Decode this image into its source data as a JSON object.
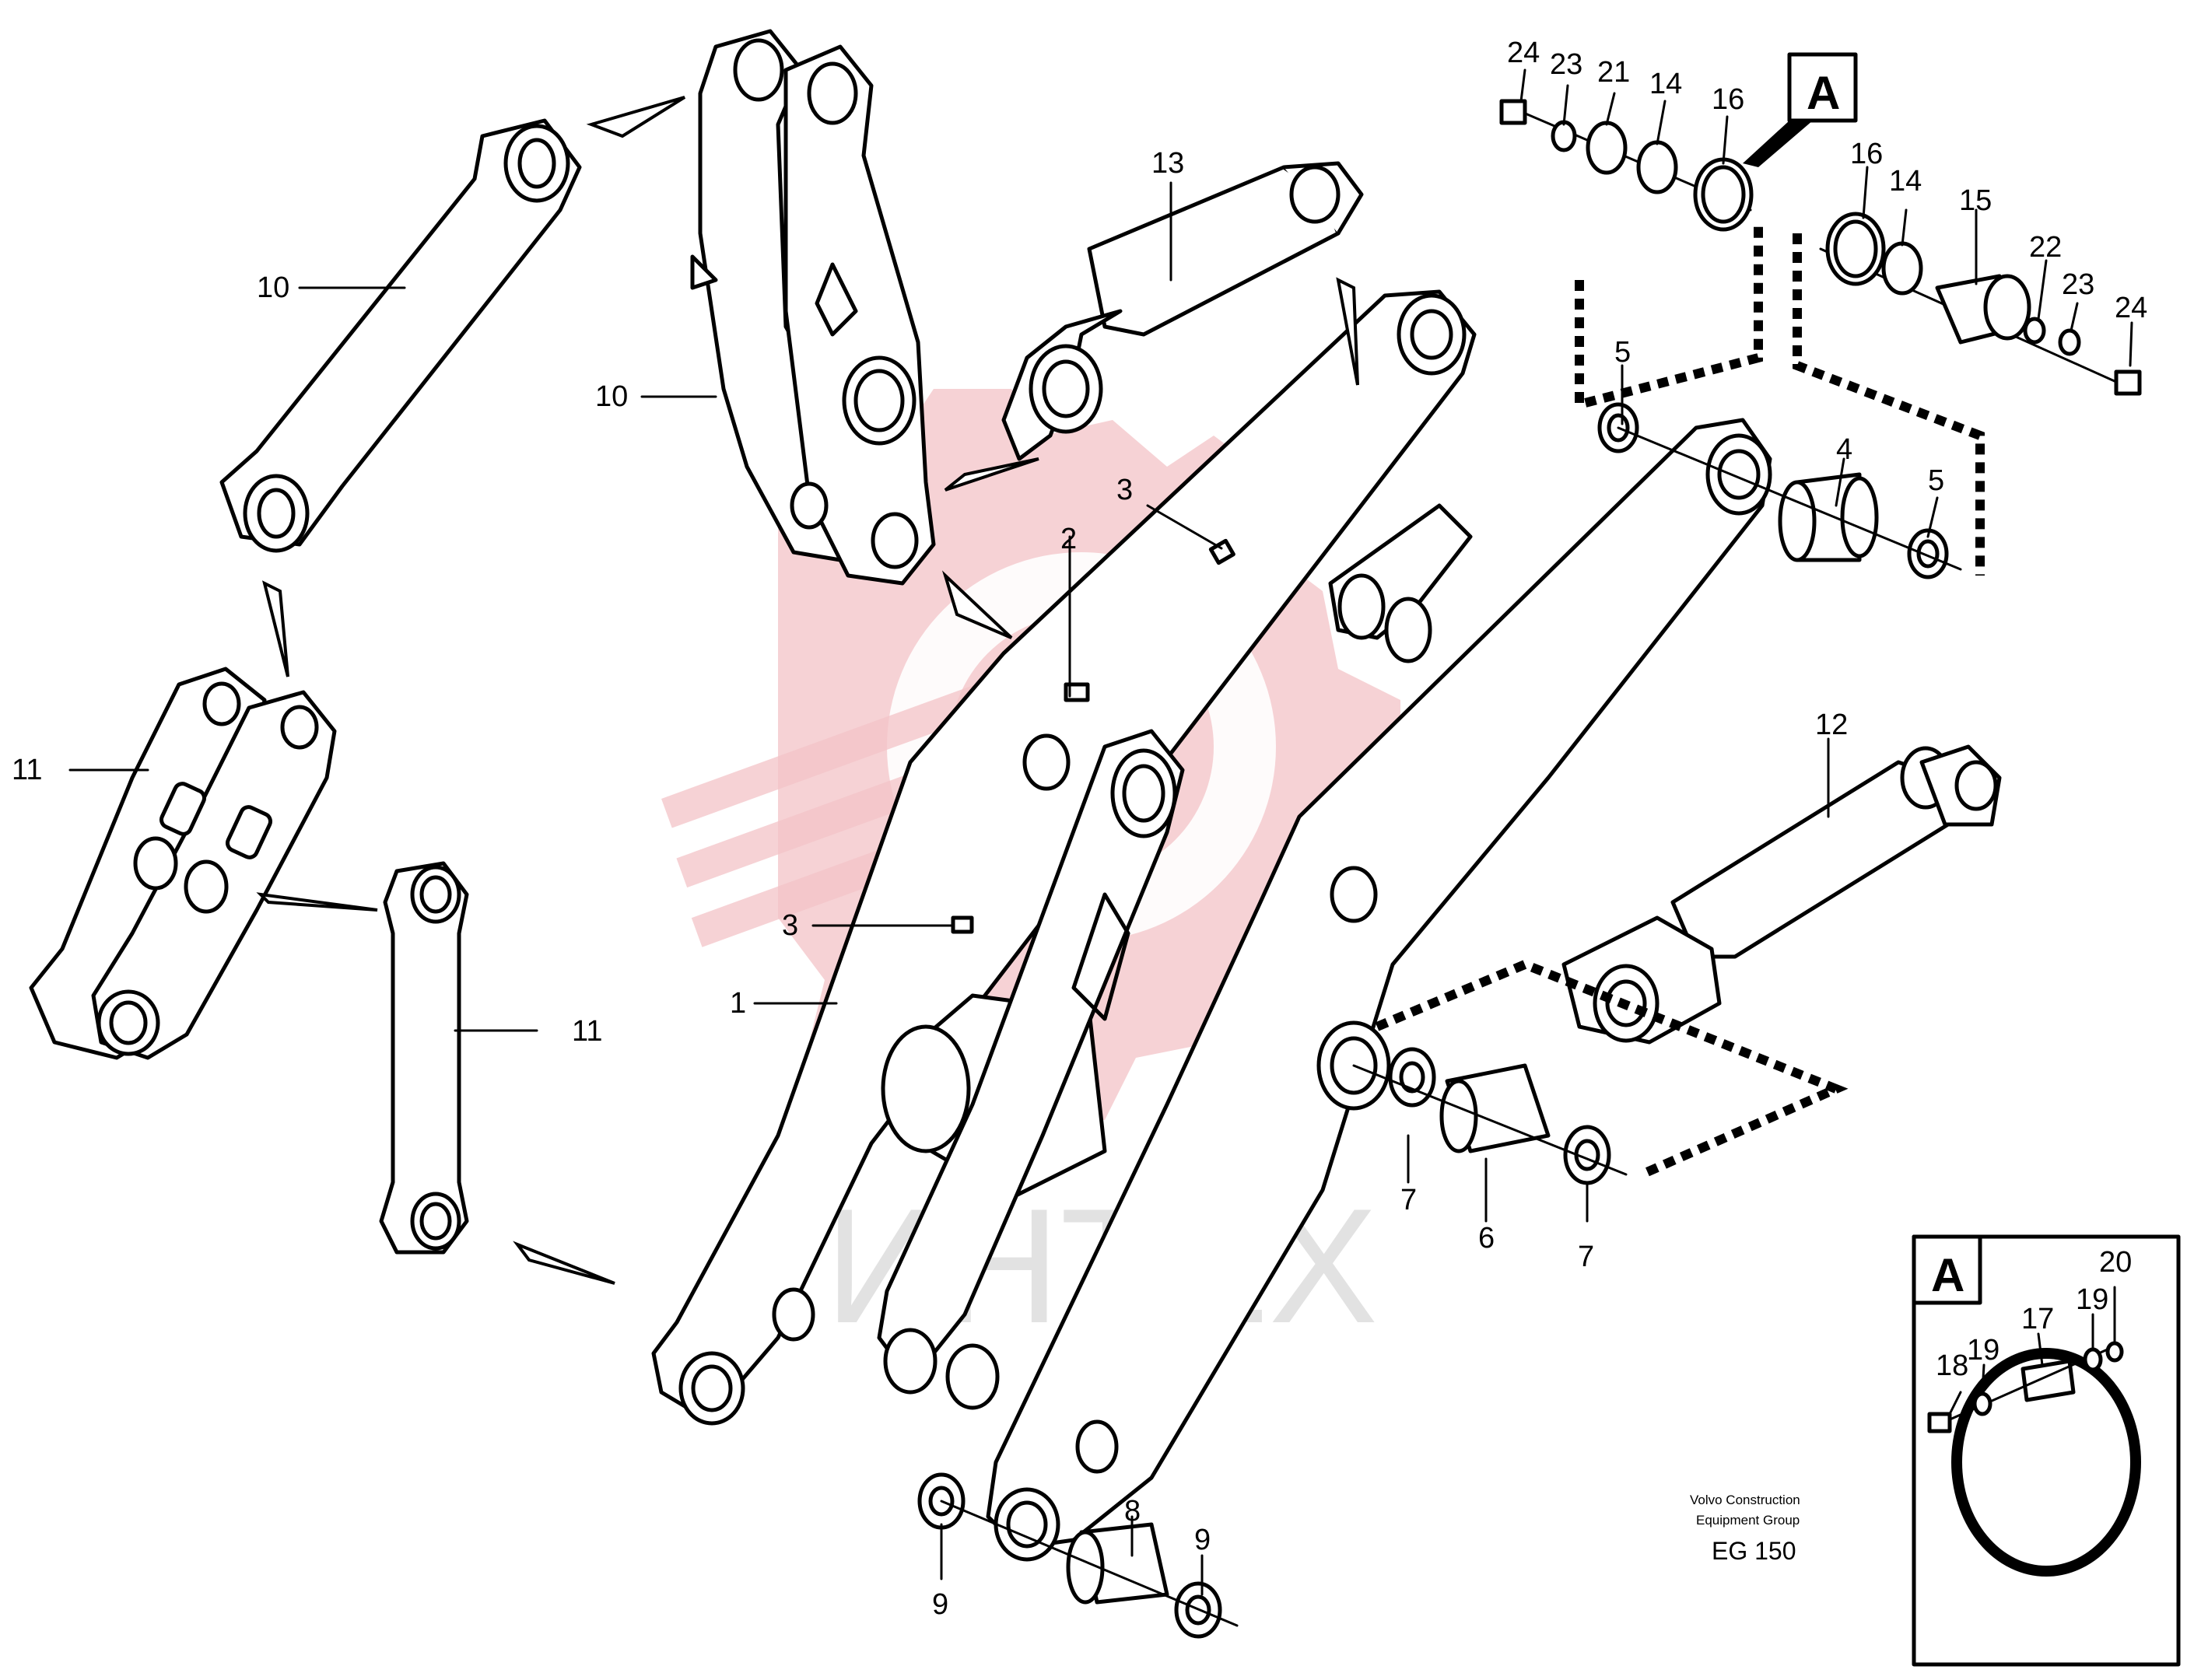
{
  "diagram": {
    "detail_tag": "A",
    "detail_box_tag": "A",
    "manufacturer_line1": "Volvo Construction",
    "manufacturer_line2": "Equipment Group",
    "group_code": "EG 150",
    "watermark_text": "ИНТЕХ",
    "part_labels": {
      "p1": "1",
      "p2": "2",
      "p3a": "3",
      "p3b": "3",
      "p4": "4",
      "p5a": "5",
      "p5b": "5",
      "p6": "6",
      "p7a": "7",
      "p7b": "7",
      "p8": "8",
      "p9a": "9",
      "p9b": "9",
      "p10a": "10",
      "p10b": "10",
      "p11a": "11",
      "p11b": "11",
      "p12": "12",
      "p13": "13",
      "p14a": "14",
      "p14b": "14",
      "p15": "15",
      "p16a": "16",
      "p16b": "16",
      "p17": "17",
      "p18": "18",
      "p19a": "19",
      "p19b": "19",
      "p20": "20",
      "p21": "21",
      "p22": "22",
      "p23a": "23",
      "p23b": "23",
      "p24a": "24",
      "p24b": "24"
    }
  }
}
